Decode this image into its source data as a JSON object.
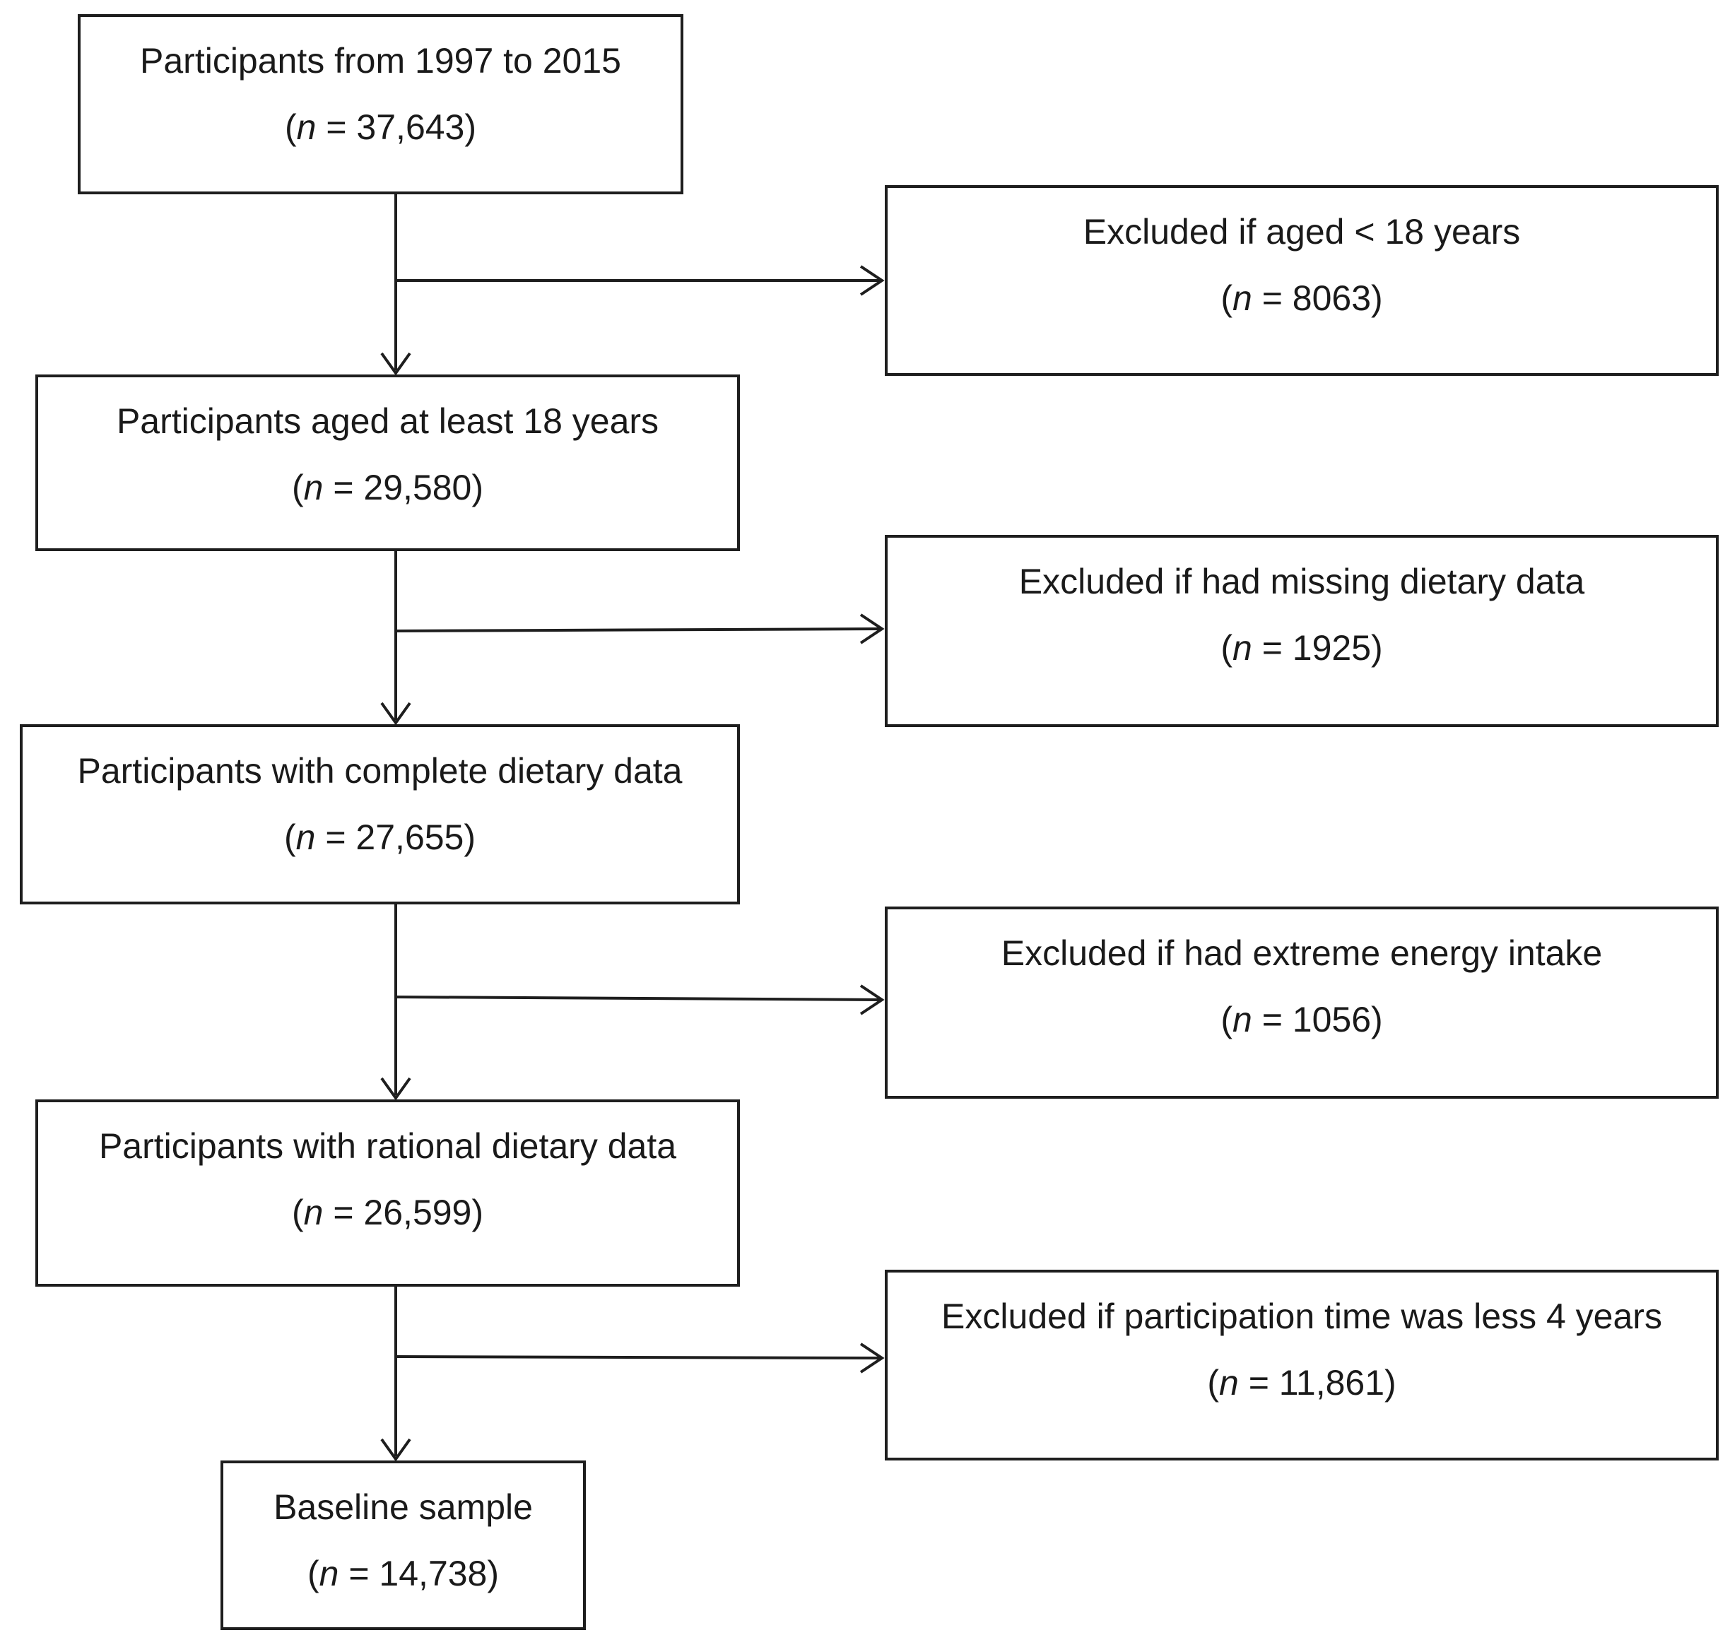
{
  "flowchart": {
    "main_steps": [
      {
        "label": "Participants from 1997 to 2015",
        "n_prefix": "n",
        "n_value": "= 37,643"
      },
      {
        "label": "Participants aged at least 18 years",
        "n_prefix": "n",
        "n_value": "= 29,580"
      },
      {
        "label": "Participants with complete dietary data",
        "n_prefix": "n",
        "n_value": "= 27,655"
      },
      {
        "label": "Participants with rational dietary data",
        "n_prefix": "n",
        "n_value": "= 26,599"
      },
      {
        "label": "Baseline sample",
        "n_prefix": "n",
        "n_value": "= 14,738"
      }
    ],
    "exclusions": [
      {
        "label": "Excluded if aged < 18 years",
        "n_prefix": "n",
        "n_value": "= 8063"
      },
      {
        "label": "Excluded if had missing dietary data",
        "n_prefix": "n",
        "n_value": "= 1925"
      },
      {
        "label": "Excluded if had extreme energy intake",
        "n_prefix": "n",
        "n_value": "= 1056"
      },
      {
        "label": "Excluded if participation time was less 4 years",
        "n_prefix": "n",
        "n_value": "= 11,861"
      }
    ]
  }
}
